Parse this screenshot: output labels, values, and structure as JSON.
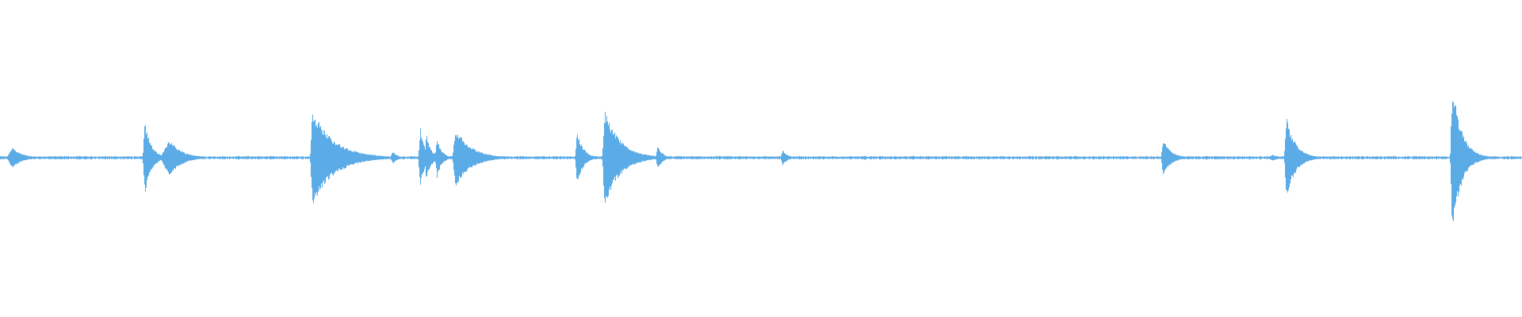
{
  "waveform": {
    "color": "#5aabe6",
    "baseline_noise": 0.012,
    "events": [
      {
        "t": 0.008,
        "amp": 0.07,
        "width": 0.004,
        "decay": 0.006
      },
      {
        "t": 0.095,
        "amp": 0.24,
        "width": 0.0015,
        "decay": 0.004
      },
      {
        "t": 0.111,
        "amp": 0.12,
        "width": 0.006,
        "decay": 0.008
      },
      {
        "t": 0.205,
        "amp": 0.31,
        "width": 0.0015,
        "decay": 0.014
      },
      {
        "t": 0.258,
        "amp": 0.04,
        "width": 0.002,
        "decay": 0.003
      },
      {
        "t": 0.276,
        "amp": 0.19,
        "width": 0.0015,
        "decay": 0.003
      },
      {
        "t": 0.28,
        "amp": 0.15,
        "width": 0.0015,
        "decay": 0.003
      },
      {
        "t": 0.287,
        "amp": 0.13,
        "width": 0.0015,
        "decay": 0.003
      },
      {
        "t": 0.299,
        "amp": 0.19,
        "width": 0.002,
        "decay": 0.01
      },
      {
        "t": 0.316,
        "amp": 0.04,
        "width": 0.002,
        "decay": 0.003
      },
      {
        "t": 0.379,
        "amp": 0.17,
        "width": 0.0015,
        "decay": 0.004
      },
      {
        "t": 0.397,
        "amp": 0.31,
        "width": 0.0015,
        "decay": 0.01
      },
      {
        "t": 0.432,
        "amp": 0.08,
        "width": 0.0015,
        "decay": 0.003
      },
      {
        "t": 0.514,
        "amp": 0.05,
        "width": 0.0015,
        "decay": 0.003
      },
      {
        "t": 0.568,
        "amp": 0.015,
        "width": 0.002,
        "decay": 0.002
      },
      {
        "t": 0.764,
        "amp": 0.12,
        "width": 0.0015,
        "decay": 0.005
      },
      {
        "t": 0.836,
        "amp": 0.02,
        "width": 0.004,
        "decay": 0.004
      },
      {
        "t": 0.845,
        "amp": 0.26,
        "width": 0.0015,
        "decay": 0.006
      },
      {
        "t": 0.954,
        "amp": 0.48,
        "width": 0.0015,
        "decay": 0.006
      }
    ]
  }
}
